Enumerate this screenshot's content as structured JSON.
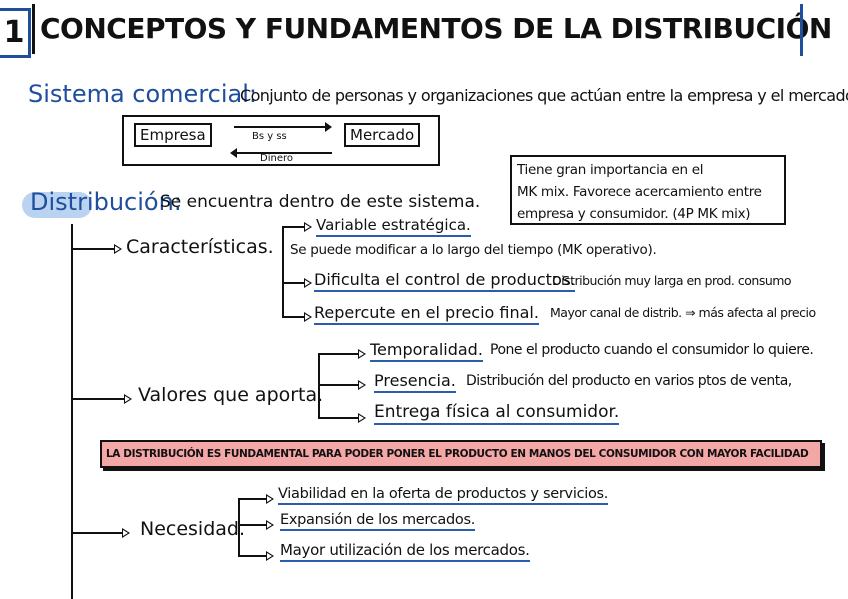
{
  "title": {
    "number": "1",
    "text": "CONCEPTOS Y FUNDAMENTOS DE LA DISTRIBUCIÓN"
  },
  "sistema": {
    "term": "Sistema comercial:",
    "definition": "Conjunto de personas y organizaciones que actúan entre la empresa y el mercado."
  },
  "diagram": {
    "left": "Empresa",
    "right": "Mercado",
    "top_arrow": "Bs y ss",
    "bottom_arrow": "Dinero"
  },
  "note_box": {
    "lines": [
      "Tiene gran importancia en el",
      "MK mix. Favorece acercamiento entre",
      "empresa y consumidor. (4P MK mix)"
    ]
  },
  "distribucion": {
    "term": "Distribución:",
    "definition": "Se encuentra dentro de este sistema."
  },
  "caracteristicas": {
    "label": "Características.",
    "items": [
      {
        "title": "Variable estratégica.",
        "note": ""
      },
      {
        "title": "",
        "note": "Se puede modificar a lo largo del tiempo (MK operativo)."
      },
      {
        "title": "Dificulta el control de productos.",
        "note": "Distribución muy larga en prod. consumo"
      },
      {
        "title": "Repercute en el precio final.",
        "note": "Mayor canal de distrib. ⇒ más afecta al precio"
      }
    ]
  },
  "valores": {
    "label": "Valores que aporta.",
    "items": [
      {
        "title": "Temporalidad.",
        "note": "Pone el producto cuando el consumidor lo quiere."
      },
      {
        "title": "Presencia.",
        "note": "Distribución del producto en varios ptos de venta,"
      },
      {
        "title": "Entrega física al consumidor.",
        "note": ""
      }
    ]
  },
  "banner": {
    "text": "LA DISTRIBUCIÓN ES FUNDAMENTAL PARA PODER PONER EL PRODUCTO EN MANOS DEL CONSUMIDOR CON MAYOR FACILIDAD",
    "color": "#f4a7a7"
  },
  "necesidad": {
    "label": "Necesidad.",
    "items": [
      "Viabilidad en la oferta de productos y servicios.",
      "Expansión de los mercados.",
      "Mayor utilización de los mercados."
    ]
  },
  "colors": {
    "accent_blue": "#1f4e9c",
    "highlight": "#b9d3f0"
  }
}
